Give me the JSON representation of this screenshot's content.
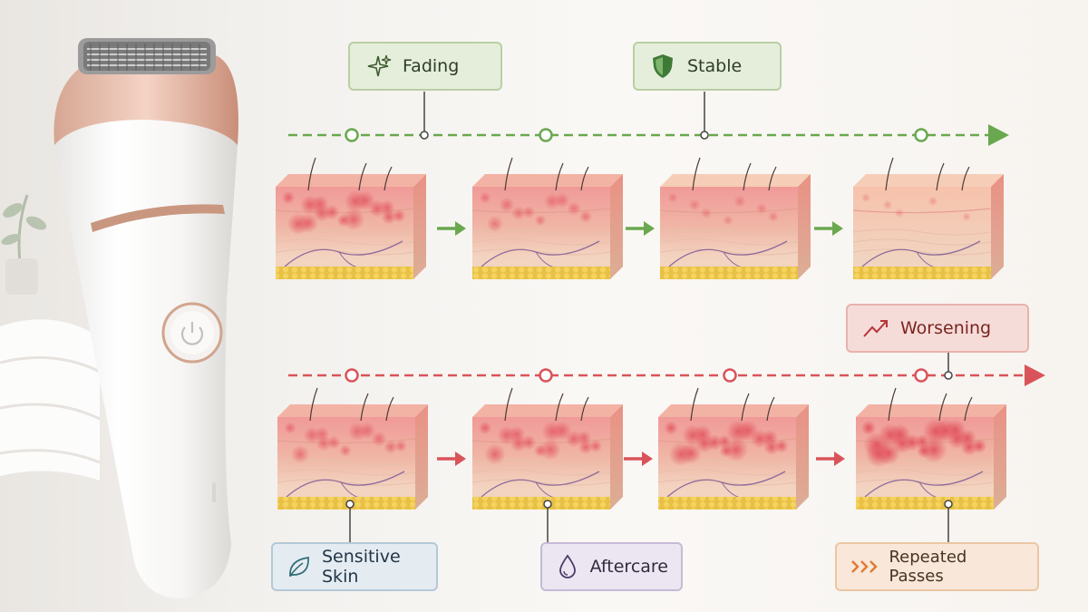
{
  "top_labels": {
    "fading": "Fading",
    "stable": "Stable"
  },
  "bottom_top_label": {
    "worsening": "Worsening"
  },
  "factor_labels": {
    "sensitive_skin": "Sensitive Skin",
    "aftercare": "Aftercare",
    "repeated_passes": "Repeated Passes"
  },
  "colors": {
    "green": "#6aa84f",
    "red": "#d9545a",
    "copper": "#c9977f"
  },
  "icons": {
    "fading": "sparkle-icon",
    "stable": "shield-icon",
    "worsening": "trend-up-icon",
    "sensitive_skin": "leaf-icon",
    "aftercare": "droplet-icon",
    "repeated_passes": "triple-chevron-icon",
    "device_button": "power-icon"
  }
}
